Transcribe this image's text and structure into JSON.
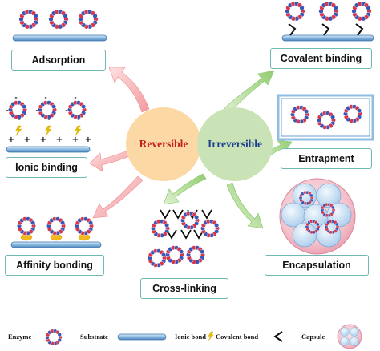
{
  "hubs": {
    "reversible": {
      "label": "Reversible",
      "fill": "#fcd8a4",
      "text_color": "#c0211f"
    },
    "irreversible": {
      "label": "Irreversible",
      "fill": "#c9e3b6",
      "text_color": "#1f3f8f"
    }
  },
  "methods": {
    "adsorption": "Adsorption",
    "ionic_binding": "Ionic binding",
    "affinity_bonding": "Affinity bonding",
    "cross_linking": "Cross-linking",
    "covalent_binding": "Covalent binding",
    "entrapment": "Entrapment",
    "encapsulation": "Encapsulation"
  },
  "ionic_charges": {
    "enzyme_charge": "-",
    "support_charge": "+"
  },
  "legend": {
    "enzyme": "Enzyme",
    "substrate": "Substrate",
    "ionic_bond": "Ionic bond",
    "covalent_bond": "Covalent bond",
    "capsule": "Capsule"
  },
  "colors": {
    "enzyme_red": "#d8364a",
    "enzyme_blue": "#3a57b8",
    "support_blue": "#7fb2dc",
    "box_border": "#6fb8b4",
    "arrow_reversible": "#f4a6a8",
    "arrow_irreversible": "#a6d68a",
    "ionic_bond": "#e8c000",
    "affinity_ligand": "#f2b81e",
    "capsule_pink": "#f2b8c4"
  },
  "icons": {
    "enzyme": "enzyme-bead-ring-icon",
    "substrate": "substrate-bar-icon",
    "ionic_bond": "lightning-bolt-icon",
    "covalent_bond": "angle-bracket-bond-icon",
    "capsule": "capsule-sphere-icon"
  }
}
